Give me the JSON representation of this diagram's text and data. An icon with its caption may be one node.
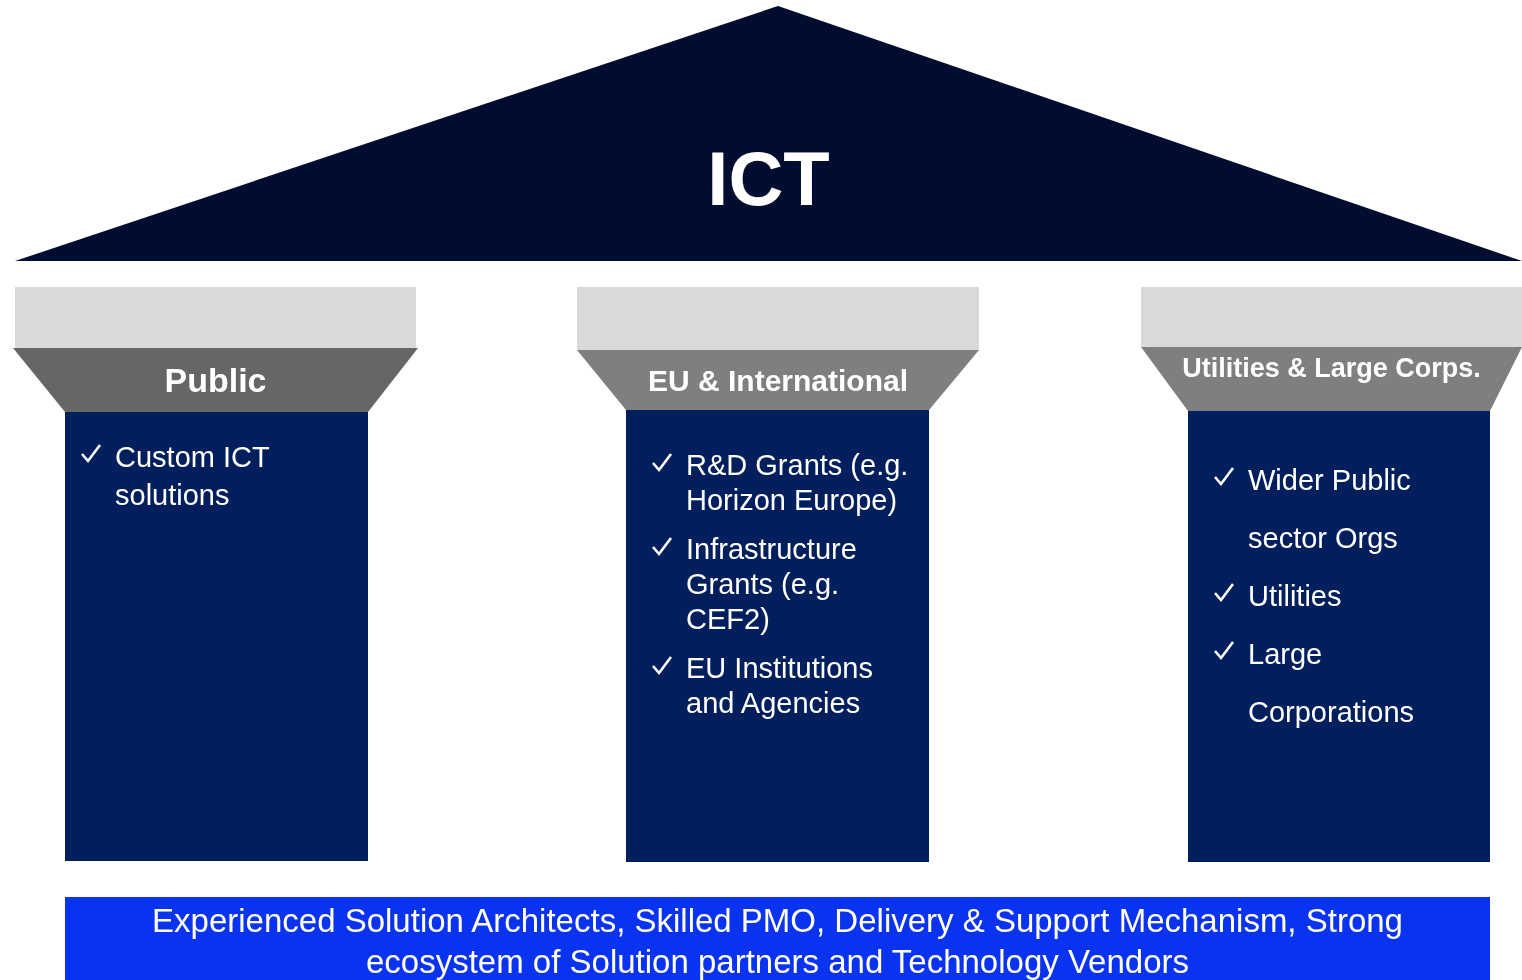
{
  "diagram": {
    "nodes": [
      {
        "text": [
          "ICT"
        ]
      },
      {
        "text": [],
        "shape": "box"
      },
      {
        "text": [
          "Public"
        ]
      },
      {
        "text": [
          "Custom ICT solutions"
        ]
      },
      {
        "text": [],
        "shape": "box"
      },
      {
        "text": [
          "EU & International"
        ]
      },
      {
        "text": [
          "R&D Grants (e.g. Horizon Europe)",
          "Infrastructure Grants (e.g. CEF2)",
          "EU Institutions and Agencies"
        ]
      },
      {
        "text": [],
        "shape": "box"
      },
      {
        "text": [
          "Utilities & Large Corps."
        ]
      },
      {
        "text": [
          "Wider Public sector Orgs",
          "Utilities",
          "Large Corporations"
        ]
      },
      {
        "text": [
          "Experienced Solution Architects, Skilled PMO, Delivery & Support  Mechanism, Strong ecosystem of Solution partners and Technology Vendors"
        ]
      }
    ]
  }
}
